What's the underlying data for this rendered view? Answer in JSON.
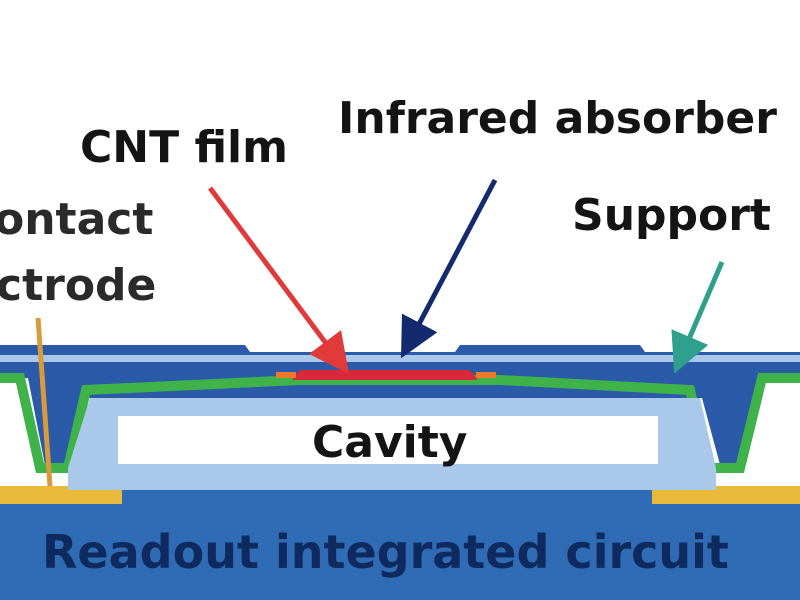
{
  "labels": {
    "cnt_film": "CNT film",
    "infrared_absorber": "Infrared absorber",
    "contact_line1": "ontact",
    "contact_line2": "ctrode",
    "support": "Support",
    "cavity": "Cavity",
    "readout": "Readout integrated circuit"
  },
  "colors": {
    "substrate": "#2f6cb5",
    "outer_shell": "#2a5aa8",
    "insulator": "#a9c8ea",
    "green_layer": "#3fb34a",
    "cnt_red": "#d8283a",
    "electrode_gold": "#e8b93a",
    "arrow_red": "#e03a3a",
    "arrow_navy": "#142a6e",
    "arrow_teal": "#2fa08c",
    "arrow_orange": "#d89a3a"
  }
}
